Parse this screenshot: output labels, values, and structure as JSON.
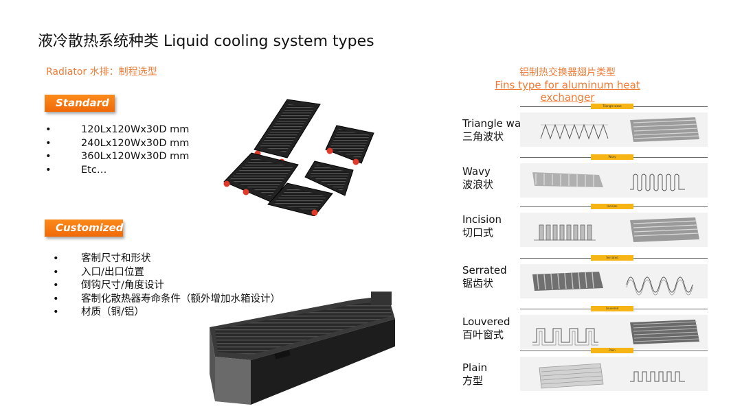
{
  "title": "液冷散热系统种类 Liquid cooling system types",
  "subtitle": "Radiator 水排：制程选型",
  "standard": {
    "tag": "Standard",
    "items": [
      "120Lx120Wx30D mm",
      "240Lx120Wx30D mm",
      "360Lx120Wx30D mm",
      "Etc…"
    ],
    "bullet": "•"
  },
  "customized": {
    "tag": "Customized",
    "items": [
      "客制尺寸和形状",
      "入口/出口位置",
      "倒钩尺寸/角度设计",
      "客制化散热器寿命条件（额外增加水箱设计）",
      "材质（铜/铝）"
    ],
    "bullet": "•"
  },
  "fins": {
    "title_cn": "铝制热交换器翅片类型",
    "title_en": "Fins type for aluminum heat exchanger",
    "types": [
      {
        "en": "Triangle wa",
        "cn": "三角波状",
        "chip": "Triangle wave"
      },
      {
        "en": "Wavy",
        "cn": "波浪状",
        "chip": "Wavy"
      },
      {
        "en": "Incision",
        "cn": "切口式",
        "chip": "Incision"
      },
      {
        "en": "Serrated",
        "cn": "锯齿状",
        "chip": "Serrated"
      },
      {
        "en": "Louvered",
        "cn": "百叶窗式",
        "chip": "Louvered"
      },
      {
        "en": "Plain",
        "cn": "方型",
        "chip": "Plain"
      }
    ]
  },
  "colors": {
    "accent": "#ef7b36",
    "tag_orange": "#f47a10",
    "chip_yellow": "#f7b515",
    "radiator_red": "#e03a2a"
  }
}
